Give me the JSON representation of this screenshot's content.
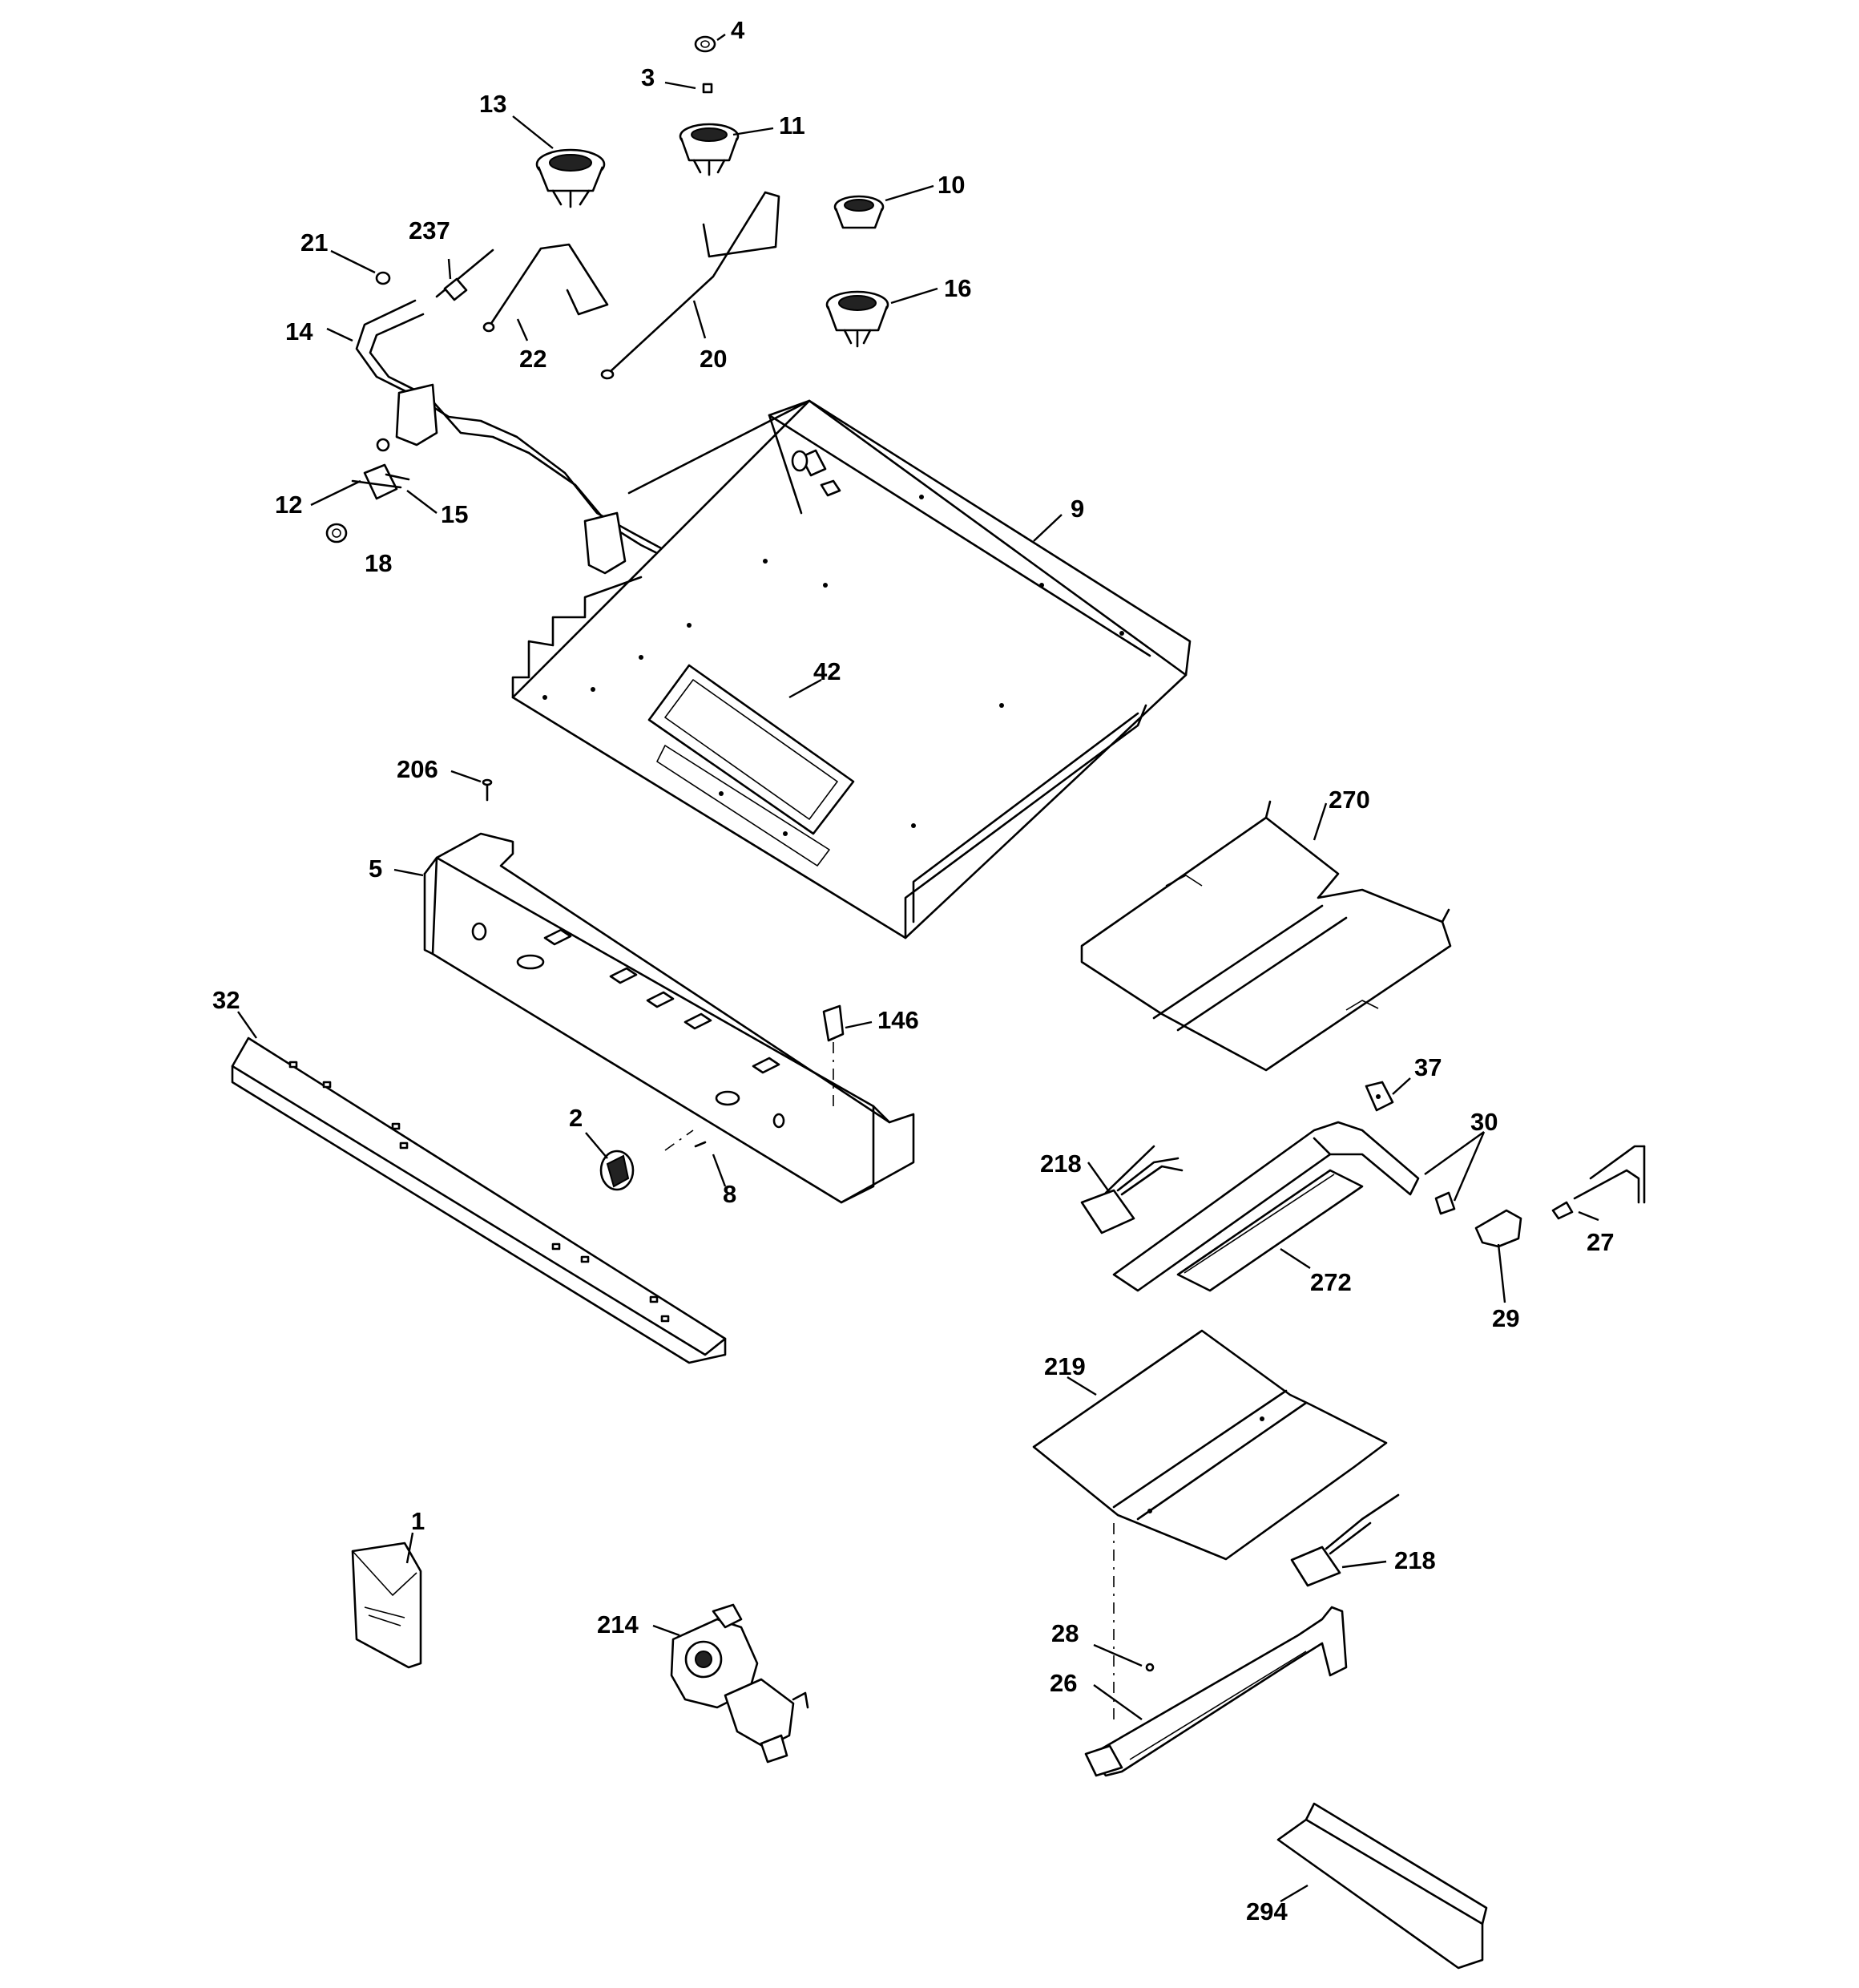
{
  "diagram": {
    "callouts": [
      {
        "id": "c4",
        "text": "4"
      },
      {
        "id": "c3",
        "text": "3"
      },
      {
        "id": "c13",
        "text": "13"
      },
      {
        "id": "c11",
        "text": "11"
      },
      {
        "id": "c10",
        "text": "10"
      },
      {
        "id": "c21",
        "text": "21"
      },
      {
        "id": "c237",
        "text": "237"
      },
      {
        "id": "c16",
        "text": "16"
      },
      {
        "id": "c14",
        "text": "14"
      },
      {
        "id": "c22",
        "text": "22"
      },
      {
        "id": "c20",
        "text": "20"
      },
      {
        "id": "c12",
        "text": "12"
      },
      {
        "id": "c15",
        "text": "15"
      },
      {
        "id": "c18",
        "text": "18"
      },
      {
        "id": "c9",
        "text": "9"
      },
      {
        "id": "c42",
        "text": "42"
      },
      {
        "id": "c206",
        "text": "206"
      },
      {
        "id": "c270",
        "text": "270"
      },
      {
        "id": "c5",
        "text": "5"
      },
      {
        "id": "c32",
        "text": "32"
      },
      {
        "id": "c146",
        "text": "146"
      },
      {
        "id": "c37",
        "text": "37"
      },
      {
        "id": "c2",
        "text": "2"
      },
      {
        "id": "c30",
        "text": "30"
      },
      {
        "id": "c218a",
        "text": "218"
      },
      {
        "id": "c8",
        "text": "8"
      },
      {
        "id": "c27",
        "text": "27"
      },
      {
        "id": "c272",
        "text": "272"
      },
      {
        "id": "c29",
        "text": "29"
      },
      {
        "id": "c219",
        "text": "219"
      },
      {
        "id": "c1",
        "text": "1"
      },
      {
        "id": "c218b",
        "text": "218"
      },
      {
        "id": "c214",
        "text": "214"
      },
      {
        "id": "c28",
        "text": "28"
      },
      {
        "id": "c26",
        "text": "26"
      },
      {
        "id": "c294",
        "text": "294"
      }
    ]
  }
}
